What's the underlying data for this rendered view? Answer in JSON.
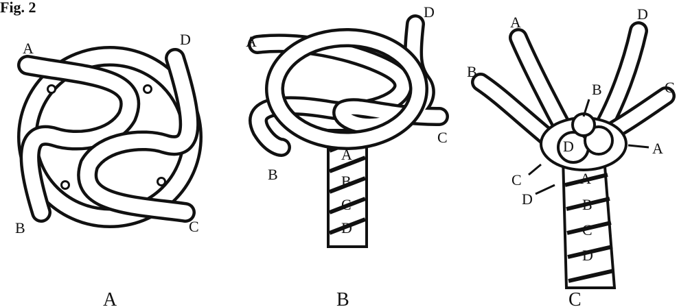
{
  "figure_label": "Fig. 2",
  "panels": [
    {
      "caption": "A",
      "strand_labels": [
        "A",
        "B",
        "C",
        "D"
      ]
    },
    {
      "caption": "B",
      "strand_labels": [
        "A",
        "B",
        "C",
        "D"
      ],
      "rope_labels": [
        "A",
        "B",
        "C",
        "D"
      ]
    },
    {
      "caption": "C",
      "strand_labels": [
        "A",
        "B",
        "C",
        "D"
      ],
      "knot_labels": [
        "B",
        "A",
        "D",
        "C",
        "D"
      ],
      "rope_labels": [
        "A",
        "B",
        "C",
        "D"
      ]
    }
  ]
}
